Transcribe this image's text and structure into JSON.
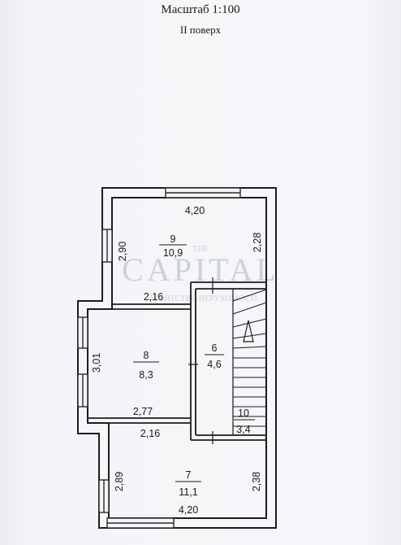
{
  "header": {
    "scale": "Масштаб 1:100",
    "floor": "II поверх"
  },
  "watermark": {
    "line1": "THE",
    "line2": "CAPITAL",
    "line3": "АГЕНТСТВО НЕРУХОМОСТІ"
  },
  "rooms": [
    {
      "id": "room-9",
      "number": "9",
      "area": "10,9"
    },
    {
      "id": "room-8",
      "number": "8",
      "area": "8,3"
    },
    {
      "id": "room-6",
      "number": "6",
      "area": "4,6"
    },
    {
      "id": "room-10",
      "number": "10",
      "area": "3,4"
    },
    {
      "id": "room-7",
      "number": "7",
      "area": "11,1"
    }
  ],
  "dimensions": {
    "room9_width": "4,20",
    "room9_left": "2,90",
    "room9_right": "2,28",
    "room9_bottom": "2,16",
    "room8_left": "3,01",
    "room8_bottom": "2,77",
    "room7_top": "2,16",
    "room7_left": "2,89",
    "room7_right": "2,38",
    "room7_width": "4,20"
  },
  "colors": {
    "wall": "#1c1c1c",
    "paper": "#f1f2f6",
    "window": "#2a2a2a"
  }
}
